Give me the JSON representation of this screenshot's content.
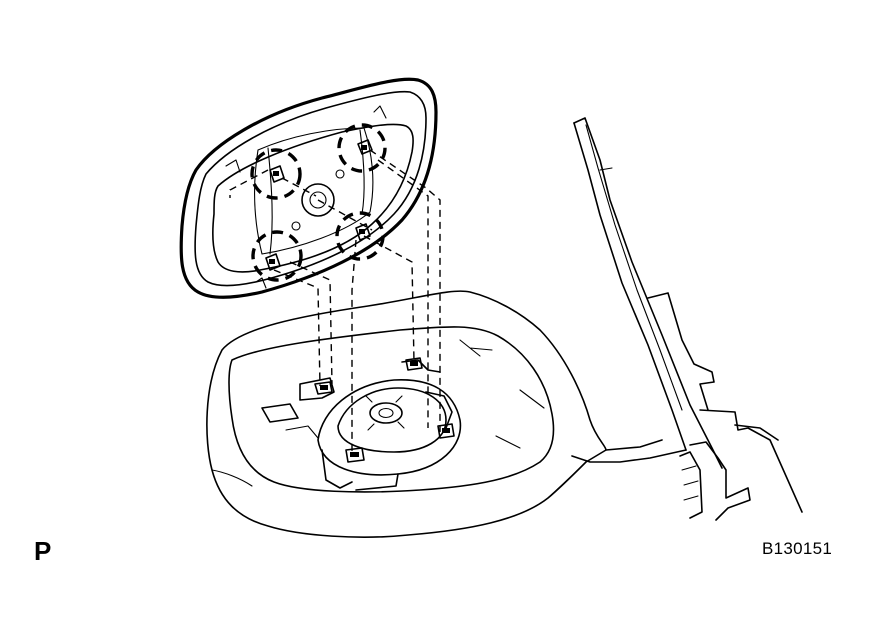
{
  "figure": {
    "view_label": "P",
    "figure_code": "B130151"
  },
  "parts": {
    "mirror_glass": "mirror-glass",
    "mirror_housing": "outer-mirror-housing",
    "mirror_motor": "mirror-motor-actuator",
    "mount_arm": "mirror-mounting-arm"
  },
  "claw_count": 4
}
